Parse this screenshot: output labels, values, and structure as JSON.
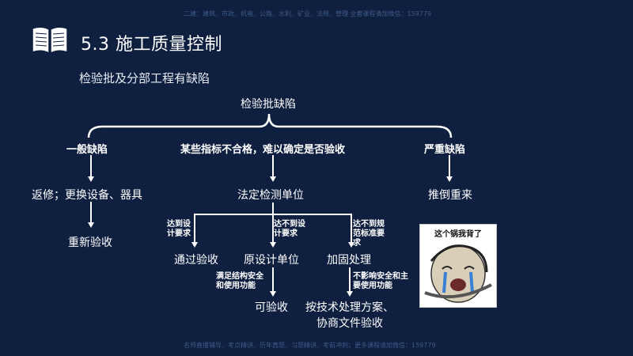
{
  "header": {
    "watermark_top": "二建：建筑、市政、机电、公路、水利、矿业、法规、管理 全套课程请加微信：159779",
    "watermark_bottom": "名师直播辅导、考点精讲、历年真题、习题精讲、考前冲刺；更多课程请加微信：159779",
    "section_title": "5.3 施工质量控制",
    "subtitle": "检验批及分部工程有缺陷",
    "book_icon": "open-book-icon"
  },
  "diagram": {
    "root": "检验批缺陷",
    "branch_left": "一般缺陷",
    "branch_middle": "某些指标不合格，难以确定是否验收",
    "branch_right": "严重缺陷",
    "left_step1": "返修；更换设备、器具",
    "left_step2": "重新验收",
    "middle_step1": "法定检测单位",
    "right_step1": "推倒重来",
    "cond_reach": "达到设计要求",
    "cond_not_reach": "达不到设计要求",
    "cond_not_reach_norm": "达不到规范标准要求",
    "result_pass": "通过验收",
    "result_design": "原设计单位",
    "result_reinforce": "加固处理",
    "cond_satisfy": "满足结构安全和使用功能",
    "cond_no_effect": "不影响安全和主要使用功能",
    "result_acceptable": "可验收",
    "result_tech_line1": "按技术处理方案、",
    "result_tech_line2": "协商文件验收"
  },
  "meme": {
    "caption": "这个锅我背了"
  }
}
